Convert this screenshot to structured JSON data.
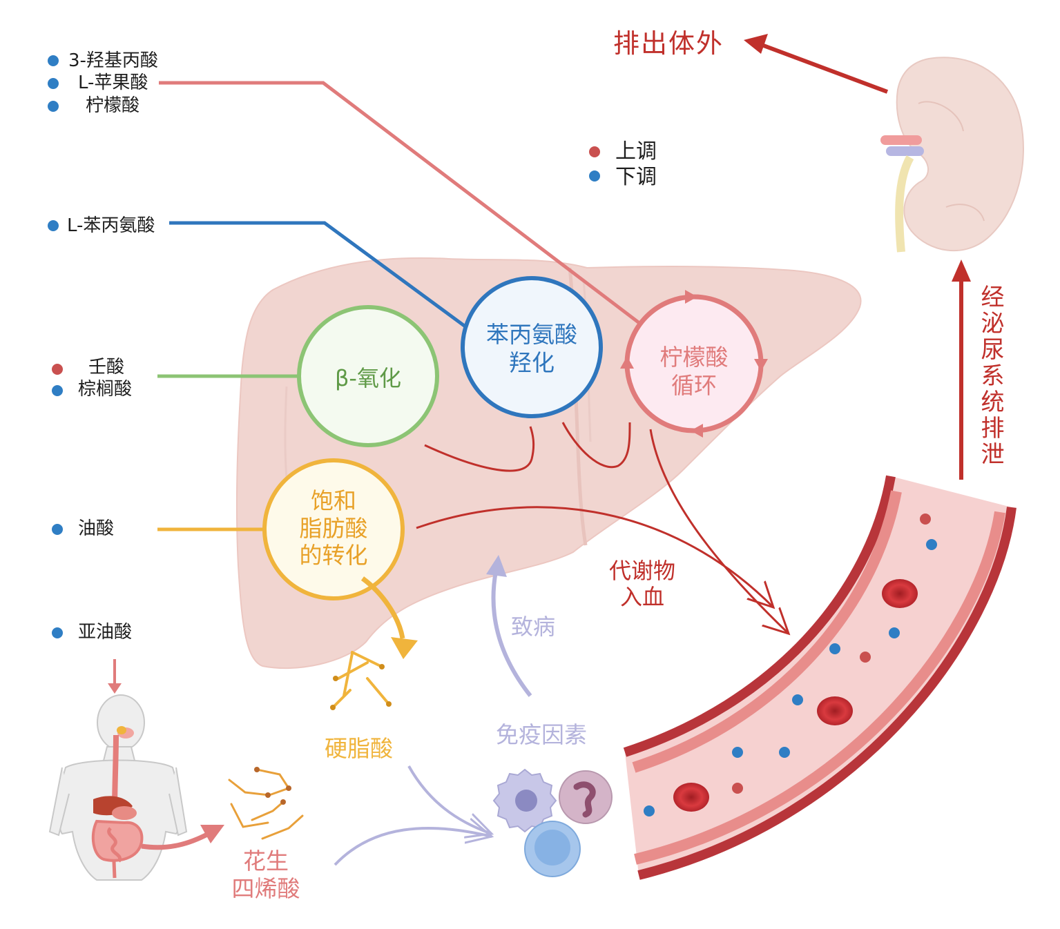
{
  "metabolite_list": {
    "group1": [
      "3-羟基丙酸",
      "L-苹果酸",
      "柠檬酸"
    ],
    "group2": [
      "L-苯丙氨酸"
    ],
    "group3": [
      "壬酸",
      "棕榈酸"
    ],
    "group4": [
      "油酸"
    ],
    "group5": [
      "亚油酸"
    ]
  },
  "legend": {
    "up": "上调",
    "down": "下调"
  },
  "pathways": {
    "beta_oxidation": "β-氧化",
    "phe_hydroxylation": [
      "苯丙氨酸",
      "羟化"
    ],
    "tca_cycle": [
      "柠檬酸",
      "循环"
    ],
    "sat_fa": [
      "饱和",
      "脂肪酸",
      "的转化"
    ]
  },
  "labels": {
    "excrete": "排出体外",
    "urinary": "经泌尿系统排泄",
    "into_blood": [
      "代谢物",
      "入血"
    ],
    "pathogenic": "致病",
    "immune": "免疫因素",
    "stearic": "硬脂酸",
    "arachidonic": [
      "花生",
      "四烯酸"
    ]
  },
  "colors": {
    "up": "#c9504f",
    "down": "#2f7ec4",
    "green": "#8cc474",
    "blue": "#2f76bd",
    "pink": "#e07b7b",
    "orange": "#f0b43c",
    "red": "#c0302b",
    "lavender": "#b4b3dc",
    "liver": "#f1d5d0"
  },
  "icons": [
    "liver-organ",
    "kidney-organ",
    "human-body",
    "blood-vessel",
    "immune-cells",
    "fatty-acid-molecules"
  ]
}
